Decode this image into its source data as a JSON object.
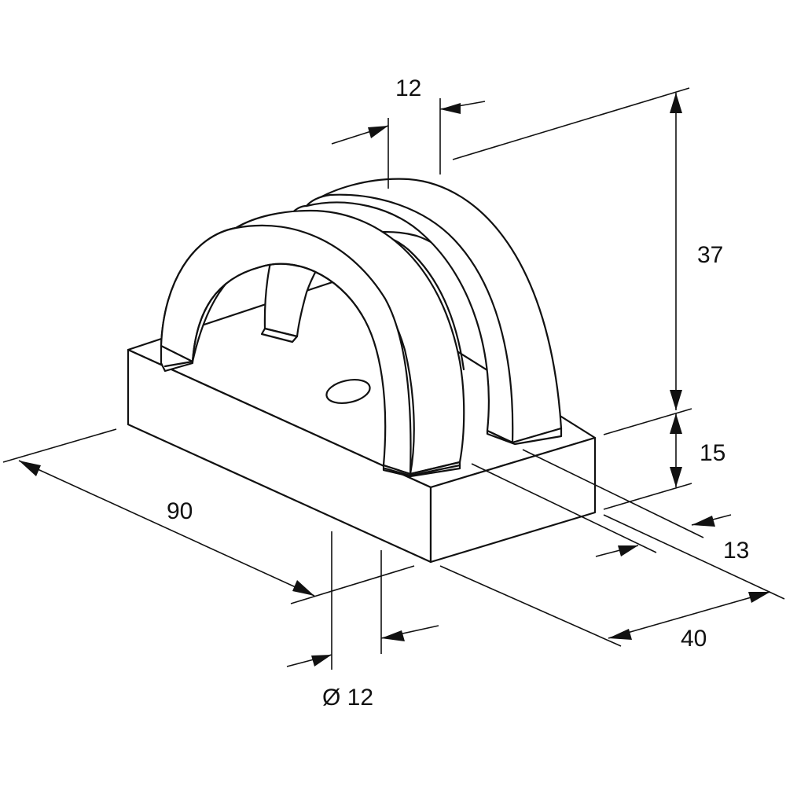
{
  "dimensions": {
    "arch_thickness": "12",
    "total_height": "37",
    "base_height": "15",
    "base_length": "90",
    "hole_offset": "13",
    "base_width": "40",
    "hole_diameter": "Ø 12"
  }
}
